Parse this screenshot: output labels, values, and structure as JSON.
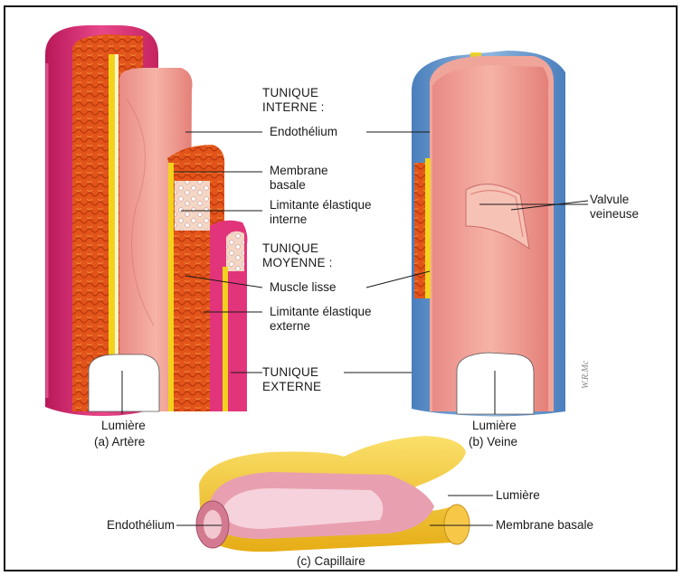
{
  "labels": {
    "tunique_interne_1": "TUNIQUE",
    "tunique_interne_2": "INTERNE :",
    "endothelium_top": "Endothélium",
    "membrane_basale_1": "Membrane",
    "membrane_basale_2": "basale",
    "limitante_interne_1": "Limitante élastique",
    "limitante_interne_2": "interne",
    "tunique_moyenne_1": "TUNIQUE",
    "tunique_moyenne_2": "MOYENNE :",
    "muscle_lisse": "Muscle lisse",
    "limitante_externe_1": "Limitante élastique",
    "limitante_externe_2": "externe",
    "tunique_externe_1": "TUNIQUE",
    "tunique_externe_2": "EXTERNE",
    "valvule_1": "Valvule",
    "valvule_2": "veineuse",
    "lumiere_artere": "Lumière",
    "artere_caption": "(a) Artère",
    "lumiere_veine": "Lumière",
    "veine_caption": "(b) Veine",
    "lumiere_capillaire": "Lumière",
    "endothelium_capillaire": "Endothélium",
    "membrane_basale_capillaire": "Membrane basale",
    "capillaire_caption": "(c) Capillaire"
  },
  "colors": {
    "artery_outer": "#d6256e",
    "muscle": "#e2541a",
    "lumen_wall": "#eb8a8c",
    "elastic": "#f3d21c",
    "vein_outer": "#5a8ec4",
    "capillary": "#f2c224"
  }
}
